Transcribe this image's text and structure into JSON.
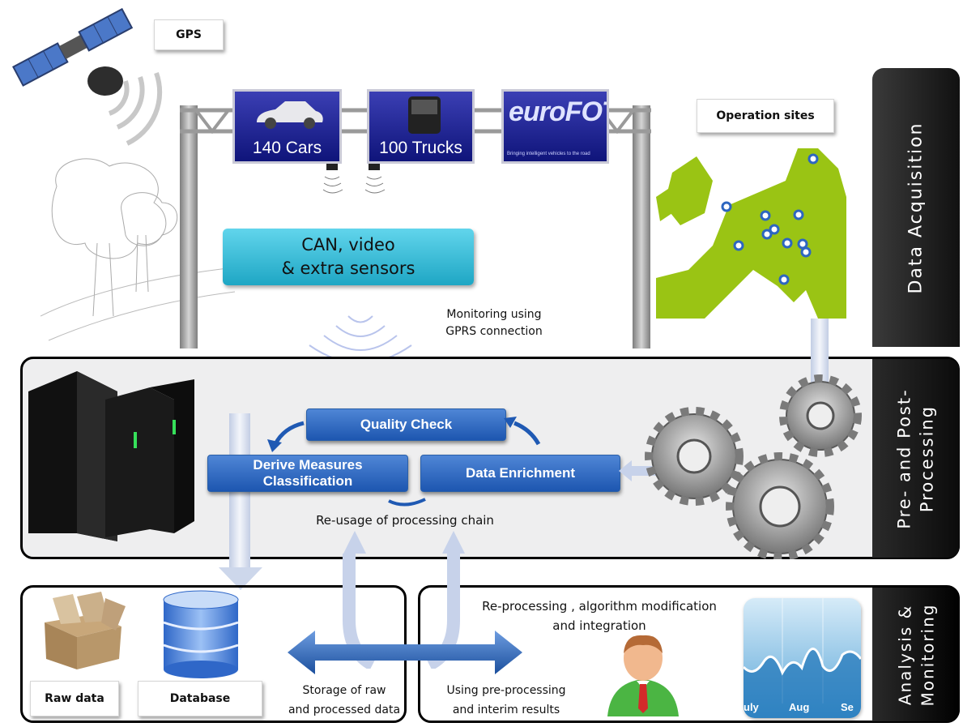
{
  "labels": {
    "gps": "GPS",
    "operation_sites": "Operation sites",
    "raw_data": "Raw data",
    "database": "Database"
  },
  "signs": {
    "cars": "140 Cars",
    "trucks": "100 Trucks",
    "eurofot_logo": "euroFOT",
    "eurofot_tagline": "Bringing intelligent vehicles to the road"
  },
  "sensors": {
    "line1": "CAN, video",
    "line2": "& extra sensors"
  },
  "monitoring": {
    "line1": "Monitoring  using",
    "line2": "GPRS connection"
  },
  "processing": {
    "quality_check": "Quality Check",
    "derive_line1": "Derive Measures",
    "derive_line2": "Classification",
    "data_enrichment": "Data Enrichment",
    "reusage": "Re-usage of processing chain"
  },
  "storage": {
    "line1": "Storage of raw",
    "line2": "and processed data"
  },
  "analysis": {
    "reprocessing_line1": "Re-processing , algorithm modification",
    "reprocessing_line2": "and integration",
    "using_line1": "Using pre-processing",
    "using_line2": "and interim results",
    "chart_months": [
      "uly",
      "Aug",
      "Se"
    ]
  },
  "sidebars": {
    "acquisition": "Data Acquisition",
    "processing_line1": "Pre- and Post-",
    "processing_line2": "Processing",
    "analysis_line1": "Analysis &",
    "analysis_line2": "Monitoring"
  },
  "colors": {
    "button_blue": "#2d66c0",
    "sensor_cyan": "#2fb7d2",
    "sign_blue": "#1a1f8f",
    "map_green": "#9ac414",
    "sidebar_dark": "#1a1a1a"
  }
}
